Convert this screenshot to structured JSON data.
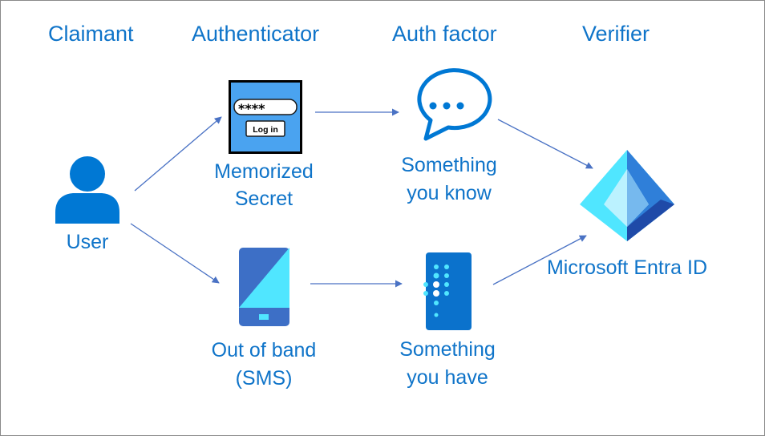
{
  "headers": {
    "claimant": "Claimant",
    "authenticator": "Authenticator",
    "auth_factor": "Auth factor",
    "verifier": "Verifier"
  },
  "nodes": {
    "user": {
      "label": "User",
      "icon": "user-icon"
    },
    "memorized_secret": {
      "label_line1": "Memorized",
      "label_line2": "Secret",
      "icon": "login-form-icon",
      "password_mask": "****",
      "login_button": "Log in"
    },
    "out_of_band": {
      "label_line1": "Out of band",
      "label_line2": "(SMS)",
      "icon": "mobile-phone-icon"
    },
    "something_you_know": {
      "label_line1": "Something",
      "label_line2": "you know",
      "icon": "chat-bubble-icon"
    },
    "something_you_have": {
      "label_line1": "Something",
      "label_line2": "you have",
      "icon": "authenticator-app-icon"
    },
    "verifier": {
      "label": "Microsoft Entra ID",
      "icon": "entra-id-logo-icon"
    }
  },
  "colors": {
    "text": "#0f74c9",
    "arrow": "#4a72c4",
    "icon_blue": "#0078d4",
    "login_panel": "#4aa3f0",
    "phone_dark": "#3d6fc6",
    "phone_light": "#50e6ff",
    "entra_dark": "#1f4aa8",
    "entra_mid": "#2f7fd9",
    "entra_light": "#50e6ff"
  }
}
